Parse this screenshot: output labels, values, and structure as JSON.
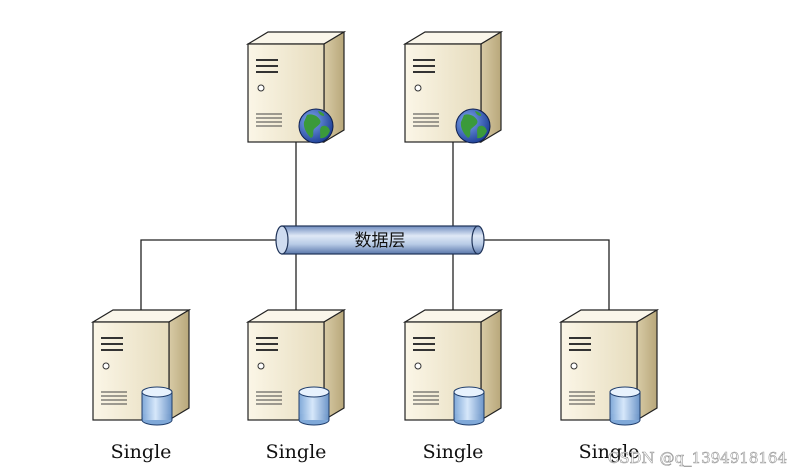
{
  "bus": {
    "label": "数据层"
  },
  "top_servers": [
    {
      "icon": "globe-icon"
    },
    {
      "icon": "globe-icon"
    }
  ],
  "bottom_servers": [
    {
      "label": "Single",
      "icon": "database-icon"
    },
    {
      "label": "Single",
      "icon": "database-icon"
    },
    {
      "label": "Single",
      "icon": "database-icon"
    },
    {
      "label": "Single",
      "icon": "database-icon"
    }
  ],
  "watermark": "CSDN @q_1394918164",
  "colors": {
    "server_front": "#f3ecd6",
    "server_side": "#c7b88f",
    "server_top": "#faf6ea",
    "pipe": "#9db3d6",
    "globe_ocean": "#2a55b5",
    "globe_land": "#3b9a3b",
    "db": "#a9c9ee"
  }
}
